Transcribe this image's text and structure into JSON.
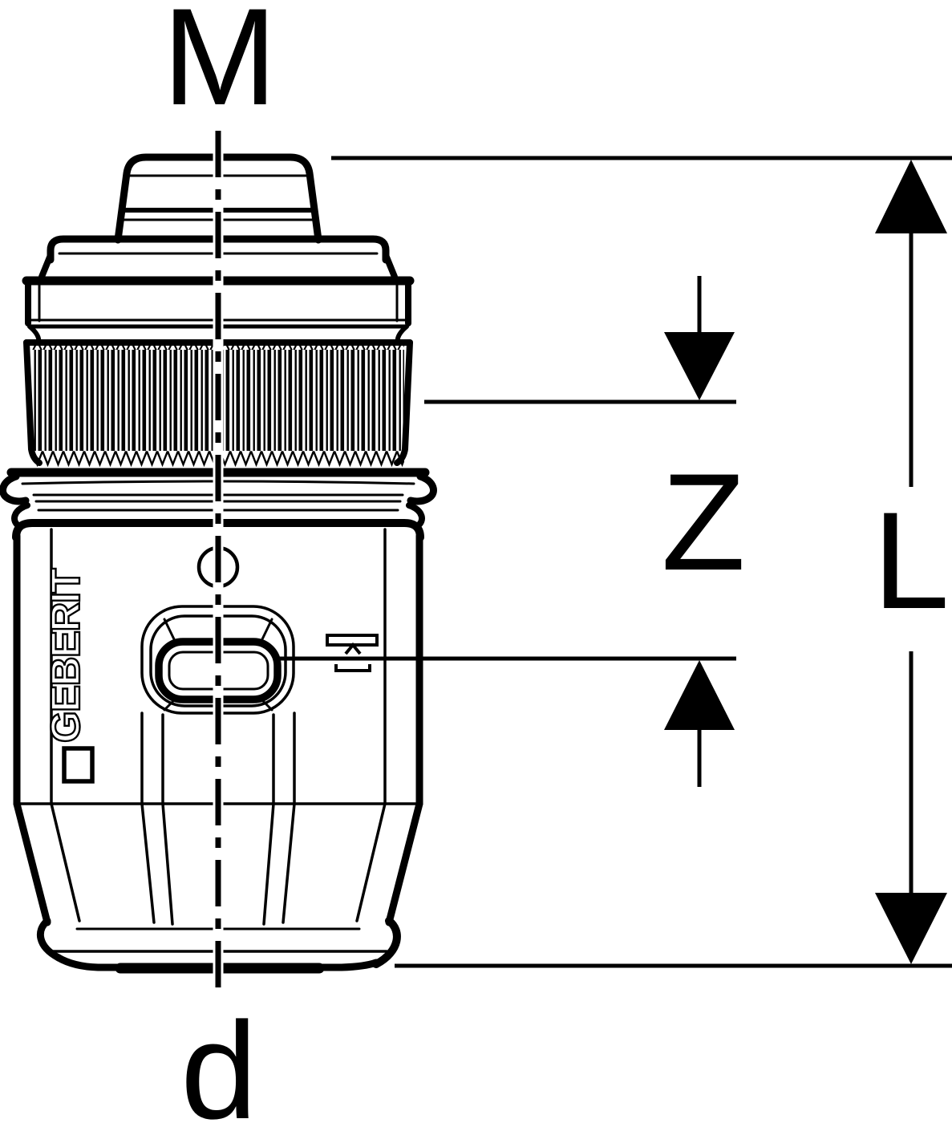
{
  "diagram": {
    "title_hint": "pipe fitting dimension drawing",
    "brand": "GEBERIT",
    "labels": {
      "top": "M",
      "middle": "Z",
      "right": "L",
      "bottom": "d"
    },
    "colors": {
      "line": "#000000",
      "background": "#ffffff"
    }
  }
}
